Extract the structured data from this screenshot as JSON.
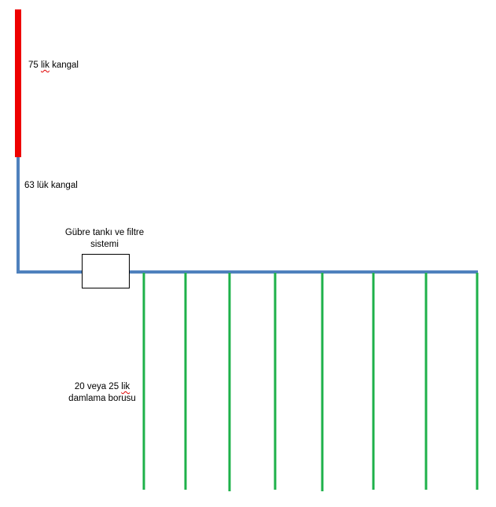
{
  "labels": {
    "pipe_75": {
      "number": "75",
      "suffix": "lik",
      "rest": "kangal"
    },
    "pipe_63": "63 lük kangal",
    "tank_line1": "Gübre tankı ve filtre",
    "tank_line2": "sistemi",
    "drip_line1_prefix": "20 veya 25",
    "drip_line1_suffix": "lik",
    "drip_line2": "damlama borusu"
  },
  "colors": {
    "red_pipe": "#ee0000",
    "blue_pipe": "#4f81bd",
    "green_pipe": "#1eb14a",
    "box_border": "#000000",
    "box_fill": "#ffffff"
  }
}
